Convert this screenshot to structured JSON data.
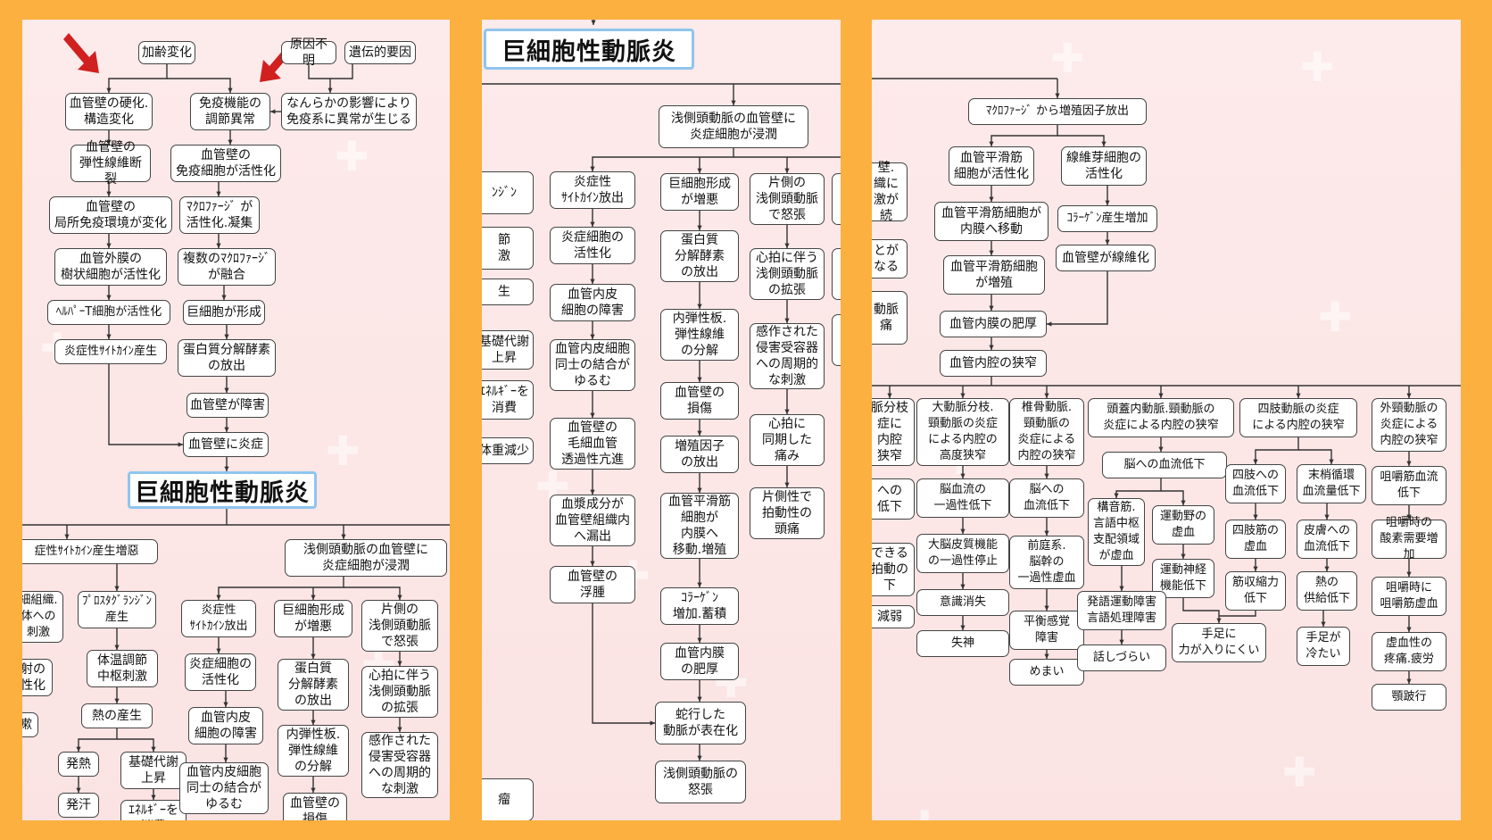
{
  "colors": {
    "frame": "#fbb040",
    "panel": "#fdeaea",
    "arrow_accent": "#d02020",
    "title_border": "#8fc5ef"
  },
  "icons": {
    "pointer": "red-arrow-icon",
    "watermark": "medical-cross-icon"
  },
  "title": "巨細胞性動脈炎",
  "panel1": {
    "top": {
      "aging": "加齢変化",
      "unknown": "原因不明",
      "genetic": "遺伝的要因",
      "wall_harden": "血管壁の硬化.\n構造変化",
      "immune_dys": "免疫機能の\n調節異常",
      "immune_abn": "なんらかの影響により\n免疫系に異常が生じる",
      "elastic": "血管壁の\n弾性線維断裂",
      "immune_act": "血管壁の\n免疫細胞が活性化",
      "local_env": "血管壁の\n局所免疫環境が変化",
      "macro_act": "ﾏｸﾛﾌｧｰｼﾞ が\n活性化.凝集",
      "dendritic": "血管外膜の\n樹状細胞が活性化",
      "macro_fuse": "複数のﾏｸﾛﾌｧｰｼﾞ\nが融合",
      "helper": "ﾍﾙﾊﾟｰT細胞が活性化",
      "giant": "巨細胞が形成",
      "cytokine": "炎症性ｻｲﾄｶｲﾝ産生",
      "protease": "蛋白質分解酵素\nの放出",
      "wall_damage": "血管壁が障害",
      "wall_inflam": "血管壁に炎症"
    },
    "bottom": {
      "cyto_inc": "症性ｻｲﾄｶｲﾝ産生増惡",
      "infiltrate": "浅側頭動脈の血管壁に\n炎症細胞が浸潤",
      "tissue": "細組織.\n体への\n刺激",
      "prosta": "ﾌﾟﾛｽﾀｸﾞﾗﾝｼﾞﾝ\n産生",
      "infl_cyto": "炎症性\nｻｲﾄｶｲﾝ放出",
      "giant_form": "巨細胞形成\nが増悪",
      "unilateral": "片側の\n浅側頭動脈\nで怒張",
      "thermo": "体温調節\n中枢刺激",
      "reflect": "射の\n性化",
      "cough": "嗽",
      "infl_cell": "炎症細胞の\n活性化",
      "protein": "蛋白質\n分解酵素\nの放出",
      "heartbeat": "心拍に伴う\n浅側頭動脈\nの拡張",
      "heat": "熱の産生",
      "endo": "血管内皮\n細胞の障害",
      "elastic_lam": "内弾性板.\n弾性線維\nの分解",
      "sensory": "感作された\n侵害受容器\nへの周期的\nな刺激",
      "fever": "発熱",
      "bmr": "基礎代謝\n上昇",
      "sweat": "発汗",
      "energy": "ｴﾈﾙｷﾞｰを\n消費",
      "loosen": "血管内皮細胞\n同士の結合が\nゆるむ",
      "wall_dmg": "血管壁の\n損傷"
    }
  },
  "panel2": {
    "infiltrate": "浅側頭動脈の血管壁に\n炎症細胞が浸潤",
    "c1": [
      "炎症性\nｻｲﾄｶｲﾝ放出",
      "炎症細胞の\n活性化",
      "血管内皮\n細胞の障害",
      "血管内皮細胞\n同士の結合が\nゆるむ",
      "血管壁の\n毛細血管\n透過性亢進",
      "血漿成分が\n血管壁組織内\nへ漏出",
      "血管壁の\n浮腫"
    ],
    "c2": [
      "巨細胞形成\nが増悪",
      "蛋白質\n分解酵素\nの放出",
      "内弾性板.\n弾性線維\nの分解",
      "血管壁の\n損傷",
      "増殖因子\nの放出",
      "血管平滑筋\n細胞が\n内膜へ\n移動.増殖",
      "ｺﾗｰｹﾞﾝ\n増加.蓄積",
      "血管内膜\nの肥厚"
    ],
    "c3": [
      "片側の\n浅側頭動脈\nで怒張",
      "心拍に伴う\n浅側頭動脈\nの拡張",
      "感作された\n侵害受容器\nへの周期的\nな刺激",
      "心拍に\n同期した\n痛み",
      "片側性で\n拍動性の\n頭痛"
    ],
    "tortuous": "蛇行した\n動脈が表在化",
    "dilation": "浅側頭動脈の\n怒張",
    "left": [
      "ﾝｼﾞﾝ",
      "節\n激",
      "生",
      "基礎代謝\n上昇",
      "ｴﾈﾙｷﾞｰを\n消費",
      "体重減少",
      "瘤"
    ],
    "right": [
      "",
      "",
      ""
    ]
  },
  "panel3": {
    "macro": "ﾏｸﾛﾌｧｰｼﾞ から増殖因子放出",
    "smc_act": "血管平滑筋\n細胞が活性化",
    "fibro_act": "線維芽細胞の\n活性化",
    "smc_move": "血管平滑筋細胞が\n内膜へ移動",
    "collagen": "ｺﾗｰｹﾞﾝ産生増加",
    "smc_prolif": "血管平滑筋細胞\nが増殖",
    "fibrosis": "血管壁が線維化",
    "intima": "血管内膜の肥厚",
    "narrow": "血管内腔の狭窄",
    "left": [
      "壁.\n織に\n激が\n続",
      "とが\nなる",
      "動脈\n痛"
    ],
    "col_a": [
      "脈分枝\n症に\n内腔\n狭窄",
      "への\n低下",
      "できる\n拍動の\n下",
      "減弱"
    ],
    "col_b": [
      "大動脈分枝.\n頸動脈の炎症\nによる内腔の\n高度狭窄",
      "脳血流の\n一過性低下",
      "大脳皮質機能\nの一過性停止",
      "意識消失",
      "失神"
    ],
    "col_c": [
      "椎骨動脈.\n頸動脈の\n炎症による\n内腔の狭窄",
      "脳への\n血流低下",
      "前庭系.\n脳幹の\n一過性虚血",
      "平衡感覚\n障害",
      "めまい"
    ],
    "col_d": {
      "top": "頭蓋内動脈.頸動脈の\n炎症による内腔の狭窄",
      "flow": "脳への血流低下",
      "speech": "構音筋.\n言語中枢\n支配領域\nが虚血",
      "motor": "運動野の\n虚血",
      "motor_nerve": "運動神経\n機能低下",
      "aphasia": "発語運動障害\n言語処理障害",
      "speak": "話しづらい",
      "limbs": "手足に\n力が入りにくい"
    },
    "col_e": {
      "top": "四肢動脈の炎症\nによる内腔の狭窄",
      "limb_flow": "四肢への\n血流低下",
      "periph": "末梢循環\n血流量低下",
      "muscle": "四肢筋の\n虚血",
      "skin": "皮膚への\n血流低下",
      "atrophy": "筋収縮力\n低下",
      "heat": "熱の\n供給低下",
      "cold": "手足が\n冷たい"
    },
    "col_f": [
      "外頸動脈の\n炎症による\n内腔の狭窄",
      "咀嚼筋血流\n低下",
      "咀嚼時の\n酸素需要増加",
      "咀嚼時に\n咀嚼筋虚血",
      "虚血性の\n疼痛.疲労",
      "顎跛行"
    ]
  }
}
